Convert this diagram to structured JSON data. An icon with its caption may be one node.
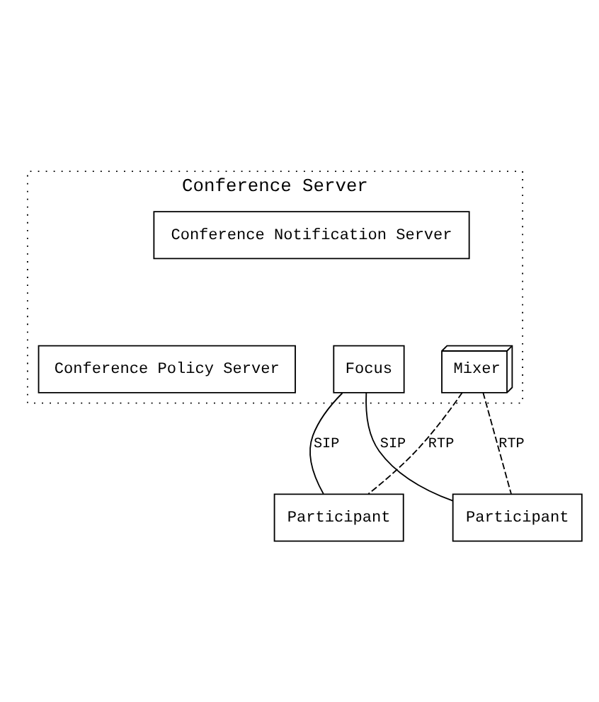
{
  "diagram": {
    "nodes": [
      {
        "text": [
          "Conference Server"
        ]
      },
      {
        "text": [
          "Conference Notification Server"
        ],
        "in": 0
      },
      {
        "text": [
          "Conference Policy Server"
        ],
        "in": 0
      },
      {
        "text": [
          "Focus"
        ],
        "in": 0
      },
      {
        "text": [
          "Mixer"
        ],
        "in": 0
      },
      {
        "text": [
          "Participant"
        ]
      },
      {
        "text": [
          "Participant"
        ]
      }
    ],
    "edges": [
      {
        "from": 5,
        "to": 3,
        "arrow": "none",
        "label": "SIP"
      },
      {
        "from": 5,
        "to": 4,
        "arrow": "none",
        "label": "RTP",
        "style": "dashed"
      },
      {
        "from": 6,
        "to": 3,
        "arrow": "none",
        "label": "SIP"
      },
      {
        "from": 6,
        "to": 4,
        "arrow": "none",
        "label": "RTP",
        "style": "dashed"
      }
    ]
  }
}
